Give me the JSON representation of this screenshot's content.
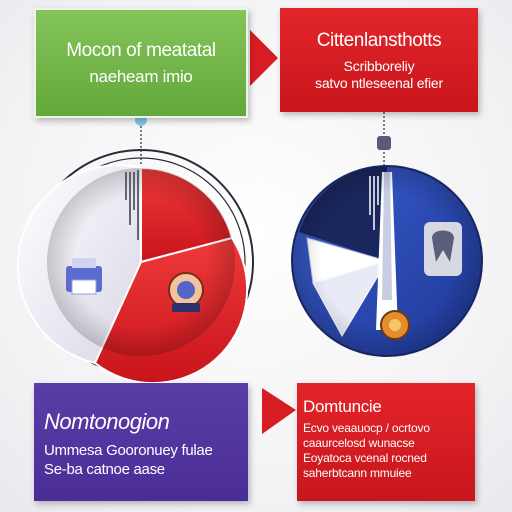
{
  "panels": {
    "top_left": {
      "title": "Mocon of meatatal",
      "body": "naeheam imio"
    },
    "top_right": {
      "title": "Cittenlansthotts",
      "body": "Scribboreliy \nsatvo ntleseenal efier"
    },
    "bottom_left": {
      "title": "Nomtonogion",
      "body": "Ummesa Gooronuey fulae\nSe-ba catnoe aase"
    },
    "bottom_right": {
      "title": "Domtuncie",
      "body": "Ecvo veaauocp / ocrtovo\ncaaurcelosd wunacse\nEoyatoca vcenal rocned\nsaherbtcann mmuiee"
    }
  },
  "colors": {
    "green": "#6cb143",
    "red": "#d81d22",
    "navy": "#1f2f7a",
    "blue": "#2744a8",
    "purple": "#4f3399"
  },
  "icons": {
    "left_pie": [
      "printer-icon",
      "globe-icon"
    ],
    "right_pie": [
      "tooth-icon",
      "sun-icon"
    ]
  }
}
